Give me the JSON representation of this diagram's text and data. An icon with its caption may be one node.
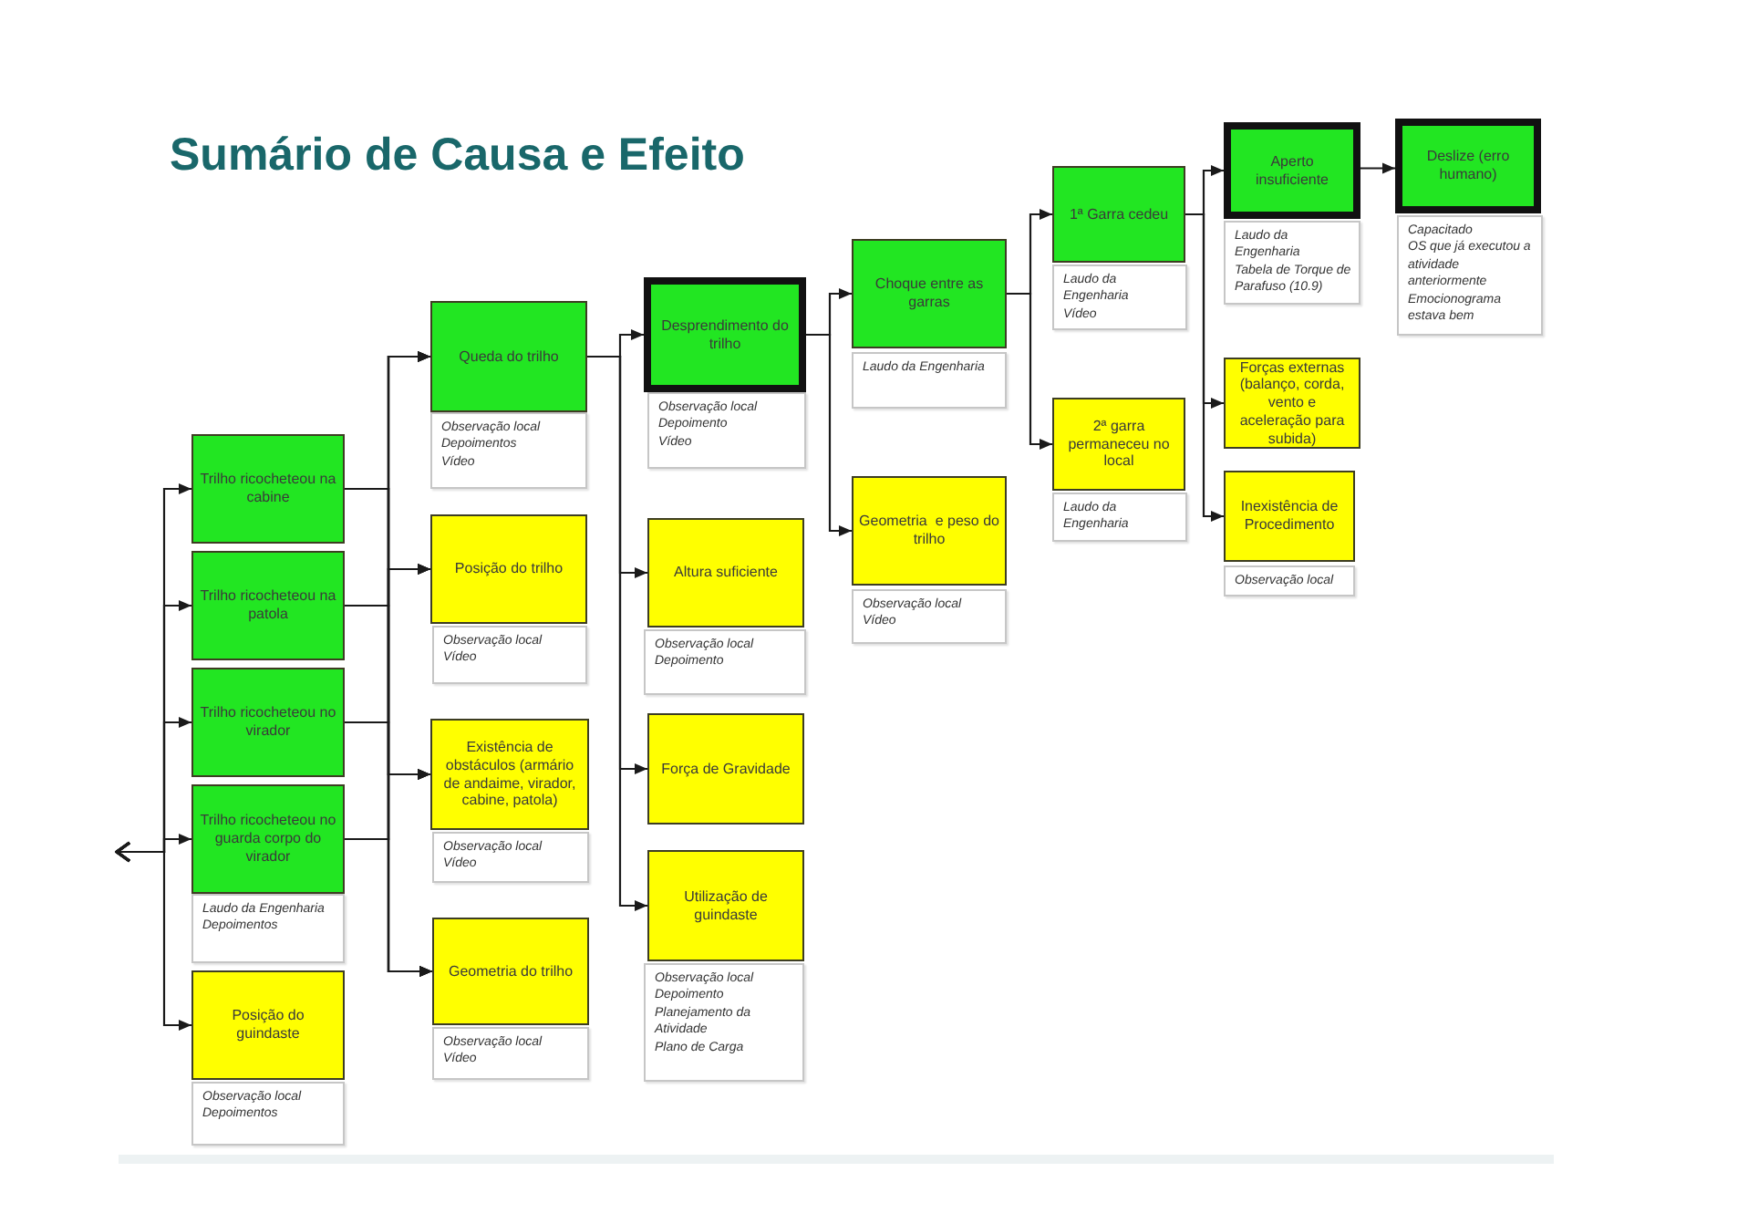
{
  "diagram": {
    "title": "Sumário de Causa e Efeito",
    "nodes": [
      {
        "text": [
          "Trilho ricocheteou na cabine"
        ]
      },
      {
        "text": [
          "Trilho ricocheteou na patola"
        ]
      },
      {
        "text": [
          "Trilho ricocheteou no virador"
        ]
      },
      {
        "text": [
          "Trilho ricocheteou no guarda corpo do virador"
        ],
        "beside": [
          "Laudo da Engenharia",
          "Depoimentos"
        ]
      },
      {
        "text": [
          "Posição do guindaste"
        ],
        "beside": [
          "Observação local",
          "Depoimentos"
        ]
      },
      {
        "text": [
          "Queda do trilho"
        ],
        "beside": [
          "Observação local",
          "Depoimentos",
          "Vídeo"
        ]
      },
      {
        "text": [
          "Posição do trilho"
        ],
        "beside": [
          "Observação local",
          "Vídeo"
        ]
      },
      {
        "text": [
          "Existência de obstáculos (armário de andaime, virador, cabine, patola)"
        ],
        "beside": [
          "Observação local",
          "Vídeo"
        ]
      },
      {
        "text": [
          "Geometria do trilho"
        ],
        "beside": [
          "Observação local",
          "Vídeo"
        ]
      },
      {
        "text": [
          "Desprendimento do trilho"
        ],
        "beside": [
          "Observação local",
          "Depoimento",
          "Vídeo"
        ]
      },
      {
        "text": [
          "Altura suficiente"
        ],
        "beside": [
          "Observação local",
          "Depoimento"
        ]
      },
      {
        "text": [
          "Força de Gravidade"
        ]
      },
      {
        "text": [
          "Utilização de guindaste"
        ],
        "beside": [
          "Observação local",
          "Depoimento",
          "Planejamento da Atividade",
          "Plano de Carga"
        ]
      },
      {
        "text": [
          "Choque entre as garras"
        ],
        "beside": [
          "Laudo da Engenharia"
        ]
      },
      {
        "text": [
          "Geometria  e peso do trilho"
        ],
        "beside": [
          "Observação local",
          "Vídeo"
        ]
      },
      {
        "text": [
          "1ª Garra cedeu"
        ],
        "beside": [
          "Laudo da Engenharia",
          "Vídeo"
        ]
      },
      {
        "text": [
          "2ª garra permaneceu no local"
        ],
        "beside": [
          "Laudo da Engenharia"
        ]
      },
      {
        "text": [
          "Aperto insuficiente"
        ],
        "beside": [
          "Laudo da Engenharia",
          "Tabela de Torque de Parafuso (10.9)"
        ]
      },
      {
        "text": [
          "Forças externas (balanço, corda, vento e aceleração para subida)"
        ]
      },
      {
        "text": [
          "Inexistência de Procedimento"
        ],
        "beside": [
          "Observação local"
        ]
      },
      {
        "text": [
          "Deslize (erro humano)"
        ],
        "beside": [
          "Capacitado",
          "OS que já executou a atividade anteriormente",
          "Emocionograma estava bem"
        ]
      }
    ],
    "edges": [
      {
        "from": null,
        "to": 0,
        "arrow": "both"
      },
      {
        "from": null,
        "to": 1,
        "arrow": "both"
      },
      {
        "from": null,
        "to": 2,
        "arrow": "both"
      },
      {
        "from": null,
        "to": 3,
        "arrow": "both"
      },
      {
        "from": null,
        "to": 4,
        "arrow": "both"
      },
      {
        "from": 0,
        "to": 5,
        "arrow": "to"
      },
      {
        "from": 0,
        "to": 6,
        "arrow": "to"
      },
      {
        "from": 0,
        "to": 7,
        "arrow": "to"
      },
      {
        "from": 0,
        "to": 8,
        "arrow": "to"
      },
      {
        "from": 1,
        "to": 5,
        "arrow": "to"
      },
      {
        "from": 1,
        "to": 6,
        "arrow": "to"
      },
      {
        "from": 1,
        "to": 7,
        "arrow": "to"
      },
      {
        "from": 1,
        "to": 8,
        "arrow": "to"
      },
      {
        "from": 2,
        "to": 5,
        "arrow": "to"
      },
      {
        "from": 2,
        "to": 6,
        "arrow": "to"
      },
      {
        "from": 2,
        "to": 7,
        "arrow": "to"
      },
      {
        "from": 2,
        "to": 8,
        "arrow": "to"
      },
      {
        "from": 3,
        "to": 5,
        "arrow": "to"
      },
      {
        "from": 3,
        "to": 6,
        "arrow": "to"
      },
      {
        "from": 3,
        "to": 7,
        "arrow": "to"
      },
      {
        "from": 3,
        "to": 8,
        "arrow": "to"
      },
      {
        "from": 5,
        "to": 9,
        "arrow": "to"
      },
      {
        "from": 5,
        "to": 10,
        "arrow": "to"
      },
      {
        "from": 5,
        "to": 11,
        "arrow": "to"
      },
      {
        "from": 5,
        "to": 12,
        "arrow": "to"
      },
      {
        "from": 9,
        "to": 13,
        "arrow": "to"
      },
      {
        "from": 9,
        "to": 14,
        "arrow": "to"
      },
      {
        "from": 13,
        "to": 15,
        "arrow": "to"
      },
      {
        "from": 13,
        "to": 16,
        "arrow": "to"
      },
      {
        "from": 15,
        "to": 17,
        "arrow": "to"
      },
      {
        "from": 15,
        "to": 18,
        "arrow": "to"
      },
      {
        "from": 15,
        "to": 19,
        "arrow": "to"
      },
      {
        "from": 17,
        "to": 20,
        "arrow": "to"
      }
    ]
  }
}
